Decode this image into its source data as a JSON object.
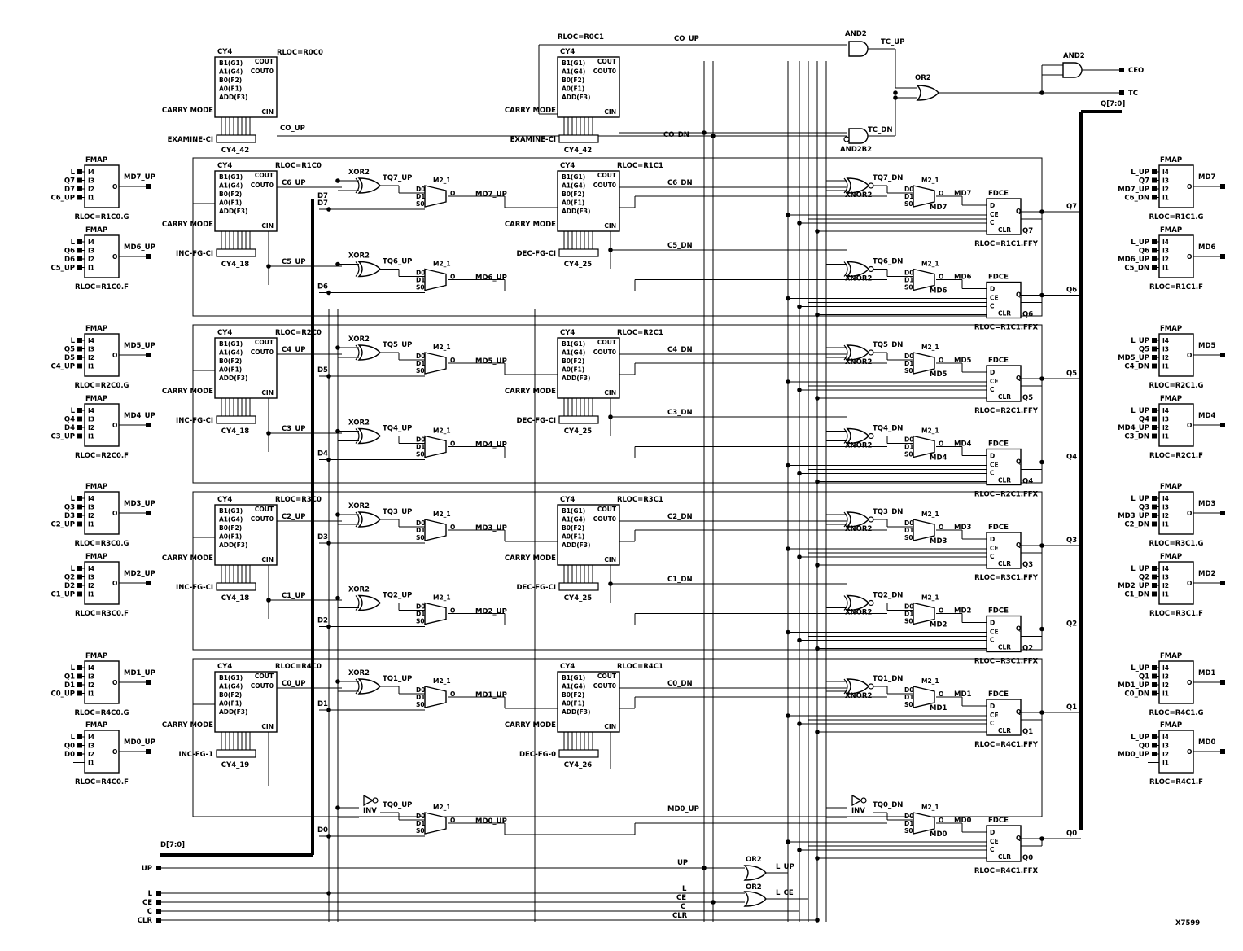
{
  "figure_id": "X7599",
  "labels": {
    "and2_top": "AND2",
    "tc_up": "TC_UP",
    "or2": "OR2",
    "and2_out": "AND2",
    "ceo": "CEO",
    "tc": "TC",
    "tc_dn": "TC_DN",
    "and2b2": "AND2B2",
    "q_bus": "Q[7:0]",
    "d_bus": "D[7:0]",
    "d7": "D7",
    "rloc_top_left": "RLOC=R0C0",
    "rloc_top_right": "RLOC=R0C1",
    "co_up": "CO_UP",
    "co_dn": "CO_DN",
    "carry_mode": "CARRY MODE",
    "examine_ci": "EXAMINE-CI",
    "cy4_42": "CY4_42"
  },
  "cy4_pins": {
    "title": "CY4",
    "b1": "B1(G1)",
    "a1": "A1(G4)",
    "b0": "B0(F2)",
    "a0": "A0(F1)",
    "add": "ADD(F3)",
    "cout": "COUT",
    "cout0": "COUT0",
    "cin": "CIN"
  },
  "fmap_pins": {
    "title": "FMAP",
    "i4": "I4",
    "i3": "I3",
    "i2": "I2",
    "i1": "I1",
    "o": "O"
  },
  "mux_pins": {
    "name": "M2_1",
    "d0": "D0",
    "d1": "D1",
    "s0": "S0",
    "o": "O"
  },
  "fdce_pins": {
    "name": "FDCE",
    "d": "D",
    "q": "Q",
    "ce": "CE",
    "c": "C",
    "clr": "CLR"
  },
  "left_fmaps": [
    {
      "inputs": [
        "L",
        "Q7",
        "D7",
        "C6_UP"
      ],
      "output": "MD7_UP",
      "rloc": "RLOC=R1C0.G"
    },
    {
      "inputs": [
        "L",
        "Q6",
        "D6",
        "C5_UP"
      ],
      "output": "MD6_UP",
      "rloc": "RLOC=R1C0.F"
    },
    {
      "inputs": [
        "L",
        "Q5",
        "D5",
        "C4_UP"
      ],
      "output": "MD5_UP",
      "rloc": "RLOC=R2C0.G"
    },
    {
      "inputs": [
        "L",
        "Q4",
        "D4",
        "C3_UP"
      ],
      "output": "MD4_UP",
      "rloc": "RLOC=R2C0.F"
    },
    {
      "inputs": [
        "L",
        "Q3",
        "D3",
        "C2_UP"
      ],
      "output": "MD3_UP",
      "rloc": "RLOC=R3C0.G"
    },
    {
      "inputs": [
        "L",
        "Q2",
        "D2",
        "C1_UP"
      ],
      "output": "MD2_UP",
      "rloc": "RLOC=R3C0.F"
    },
    {
      "inputs": [
        "L",
        "Q1",
        "D1",
        "C0_UP"
      ],
      "output": "MD1_UP",
      "rloc": "RLOC=R4C0.G"
    },
    {
      "inputs": [
        "L",
        "Q0",
        "D0",
        ""
      ],
      "output": "MD0_UP",
      "rloc": "RLOC=R4C0.F"
    }
  ],
  "right_fmaps": [
    {
      "inputs": [
        "L_UP",
        "Q7",
        "MD7_UP",
        "C6_DN"
      ],
      "output": "MD7",
      "rloc": "RLOC=R1C1.G"
    },
    {
      "inputs": [
        "L_UP",
        "Q6",
        "MD6_UP",
        "C5_DN"
      ],
      "output": "MD6",
      "rloc": "RLOC=R1C1.F"
    },
    {
      "inputs": [
        "L_UP",
        "Q5",
        "MD5_UP",
        "C4_DN"
      ],
      "output": "MD5",
      "rloc": "RLOC=R2C1.G"
    },
    {
      "inputs": [
        "L_UP",
        "Q4",
        "MD4_UP",
        "C3_DN"
      ],
      "output": "MD4",
      "rloc": "RLOC=R2C1.F"
    },
    {
      "inputs": [
        "L_UP",
        "Q3",
        "MD3_UP",
        "C2_DN"
      ],
      "output": "MD3",
      "rloc": "RLOC=R3C1.G"
    },
    {
      "inputs": [
        "L_UP",
        "Q2",
        "MD2_UP",
        "C1_DN"
      ],
      "output": "MD2",
      "rloc": "RLOC=R3C1.F"
    },
    {
      "inputs": [
        "L_UP",
        "Q1",
        "MD1_UP",
        "C0_DN"
      ],
      "output": "MD1",
      "rloc": "RLOC=R4C1.G"
    },
    {
      "inputs": [
        "L_UP",
        "Q0",
        "MD0_UP",
        ""
      ],
      "output": "MD0",
      "rloc": "RLOC=R4C1.F"
    }
  ],
  "up_cy4s": [
    {
      "rloc": "RLOC=R1C0",
      "mode": "INC-FG-CI",
      "name": "CY4_18",
      "out": "C6_UP",
      "mid": "C5_UP"
    },
    {
      "rloc": "RLOC=R2C0",
      "mode": "INC-FG-CI",
      "name": "CY4_18",
      "out": "C4_UP",
      "mid": "C3_UP"
    },
    {
      "rloc": "RLOC=R3C0",
      "mode": "INC-FG-CI",
      "name": "CY4_18",
      "out": "C2_UP",
      "mid": "C1_UP"
    },
    {
      "rloc": "RLOC=R4C0",
      "mode": "INC-FG-1",
      "name": "CY4_19",
      "out": "C0_UP",
      "mid": ""
    }
  ],
  "dn_cy4s": [
    {
      "rloc": "RLOC=R1C1",
      "mode": "DEC-FG-CI",
      "name": "CY4_25",
      "out": "C6_DN",
      "mid": "C5_DN"
    },
    {
      "rloc": "RLOC=R2C1",
      "mode": "DEC-FG-CI",
      "name": "CY4_25",
      "out": "C4_DN",
      "mid": "C3_DN"
    },
    {
      "rloc": "RLOC=R3C1",
      "mode": "DEC-FG-CI",
      "name": "CY4_25",
      "out": "C2_DN",
      "mid": "C1_DN"
    },
    {
      "rloc": "RLOC=R4C1",
      "mode": "DEC-FG-0",
      "name": "CY4_26",
      "out": "C0_DN",
      "mid": ""
    }
  ],
  "up_gates": [
    {
      "gate": "XOR2",
      "t": "TQ7_UP",
      "d": "D7",
      "md": "MD7_UP"
    },
    {
      "gate": "XOR2",
      "t": "TQ6_UP",
      "d": "D6",
      "md": "MD6_UP"
    },
    {
      "gate": "XOR2",
      "t": "TQ5_UP",
      "d": "D5",
      "md": "MD5_UP"
    },
    {
      "gate": "XOR2",
      "t": "TQ4_UP",
      "d": "D4",
      "md": "MD4_UP"
    },
    {
      "gate": "XOR2",
      "t": "TQ3_UP",
      "d": "D3",
      "md": "MD3_UP"
    },
    {
      "gate": "XOR2",
      "t": "TQ2_UP",
      "d": "D2",
      "md": "MD2_UP"
    },
    {
      "gate": "XOR2",
      "t": "TQ1_UP",
      "d": "D1",
      "md": "MD1_UP"
    },
    {
      "gate": "INV",
      "t": "TQ0_UP",
      "d": "D0",
      "md": "MD0_UP"
    }
  ],
  "dn_gates": [
    {
      "gate": "XNOR2",
      "t": "TQ7_DN",
      "md": "MD7",
      "q": "Q7",
      "rloc": "RLOC=R1C1.FFY"
    },
    {
      "gate": "XNOR2",
      "t": "TQ6_DN",
      "md": "MD6",
      "q": "Q6",
      "rloc": "RLOC=R1C1.FFX"
    },
    {
      "gate": "XNOR2",
      "t": "TQ5_DN",
      "md": "MD5",
      "q": "Q5",
      "rloc": "RLOC=R2C1.FFY"
    },
    {
      "gate": "XNOR2",
      "t": "TQ4_DN",
      "md": "MD4",
      "q": "Q4",
      "rloc": "RLOC=R2C1.FFX"
    },
    {
      "gate": "XNOR2",
      "t": "TQ3_DN",
      "md": "MD3",
      "q": "Q3",
      "rloc": "RLOC=R3C1.FFY"
    },
    {
      "gate": "XNOR2",
      "t": "TQ2_DN",
      "md": "MD2",
      "q": "Q2",
      "rloc": "RLOC=R3C1.FFX"
    },
    {
      "gate": "XNOR2",
      "t": "TQ1_DN",
      "md": "MD1",
      "q": "Q1",
      "rloc": "RLOC=R4C1.FFY"
    },
    {
      "gate": "INV",
      "t": "TQ0_DN",
      "md": "MD0",
      "q": "Q0",
      "rloc": "RLOC=R4C1.FFX"
    }
  ],
  "bottom": {
    "ports": [
      "UP",
      "L",
      "CE",
      "C",
      "CLR"
    ],
    "up_net": "UP",
    "l_net": "L",
    "ce_net": "CE",
    "c_net": "C",
    "clr_net": "CLR",
    "or2_a": "OR2",
    "or2_b": "OR2",
    "l_up": "L_UP",
    "l_ce": "L_CE"
  }
}
